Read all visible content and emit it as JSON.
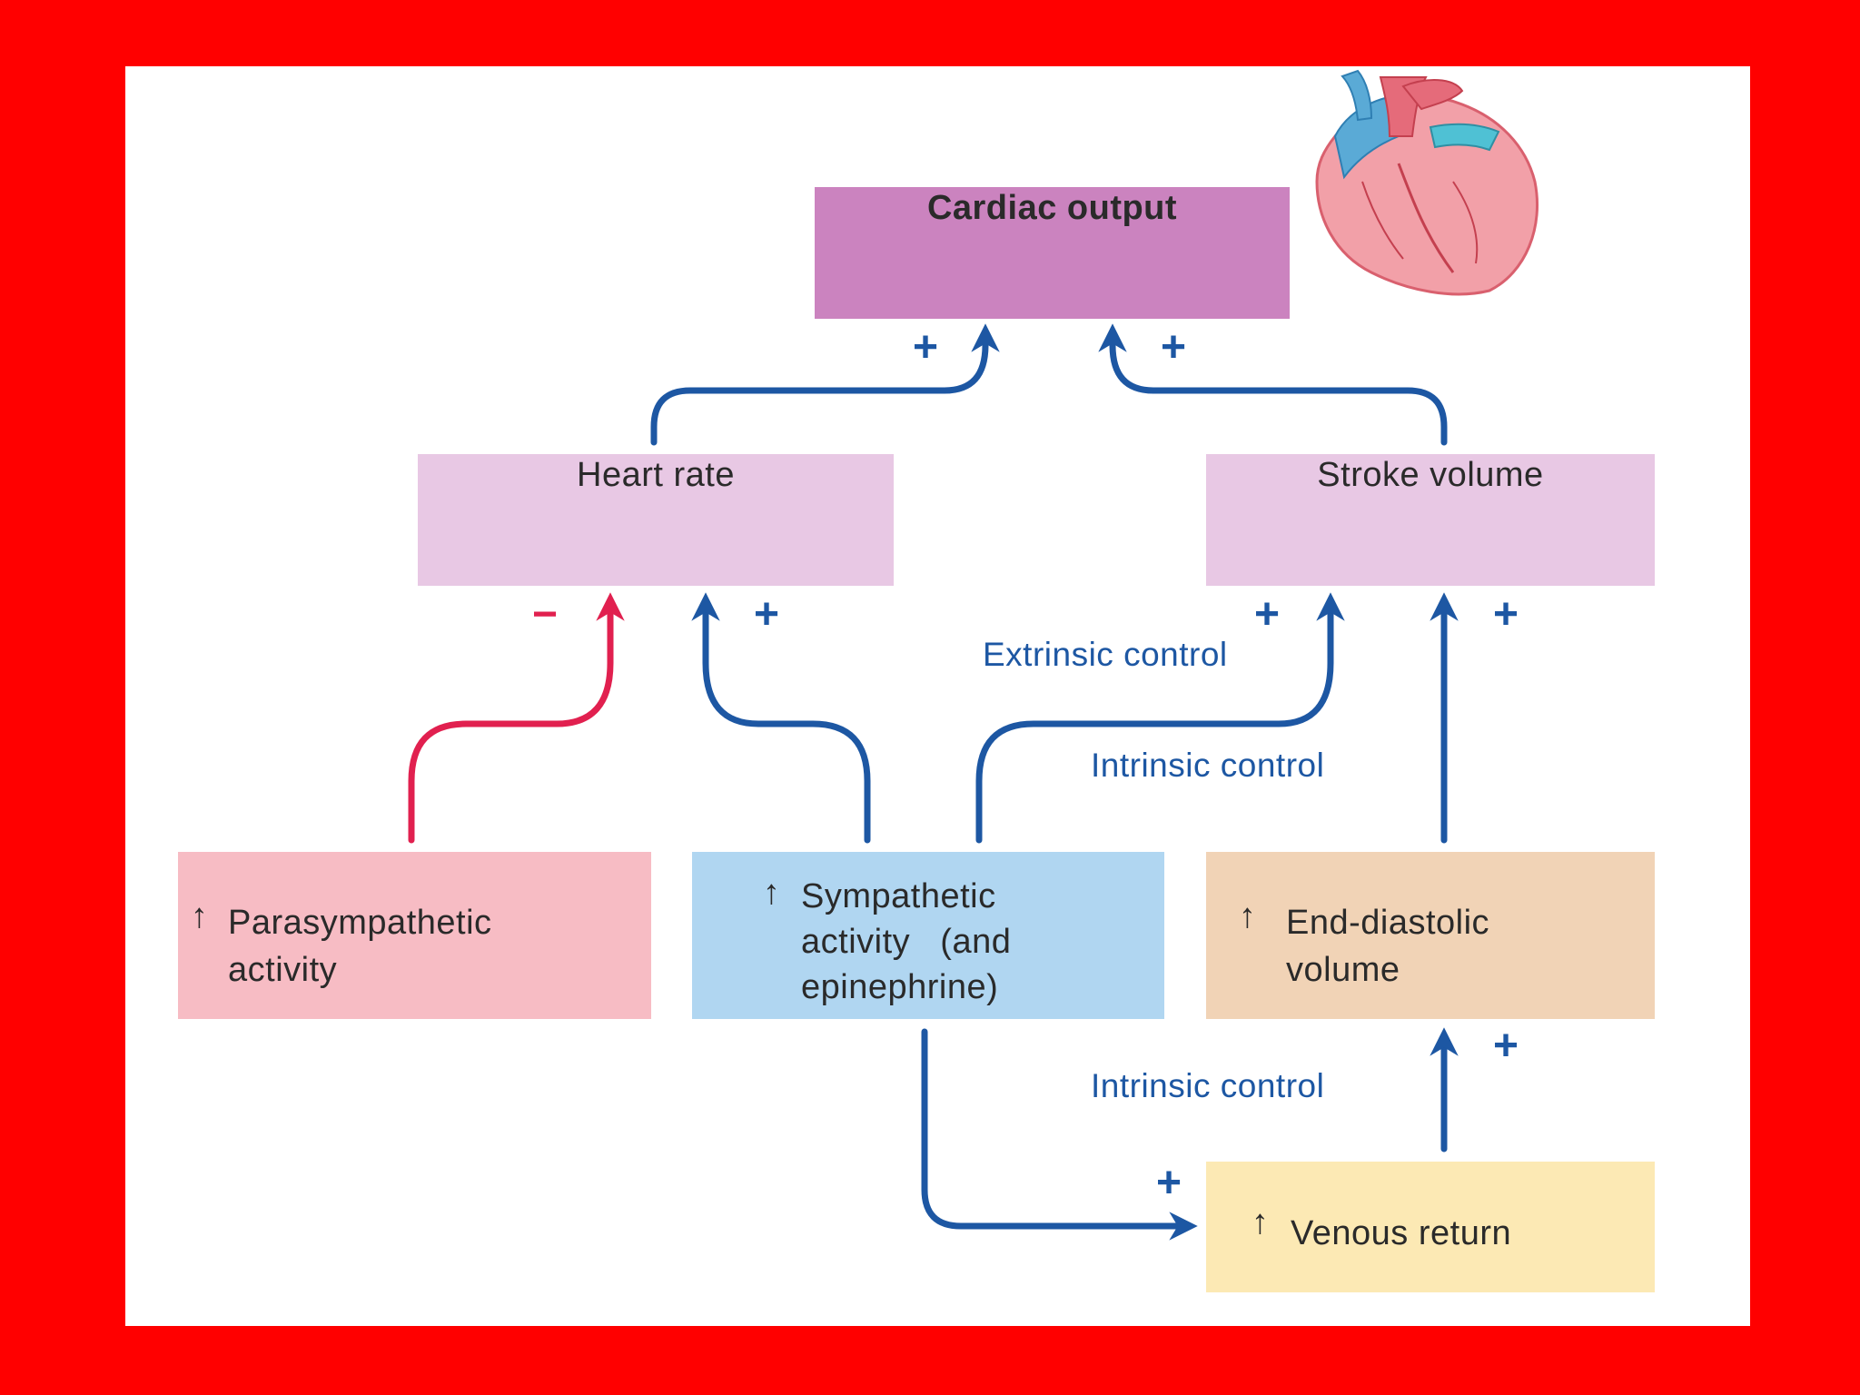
{
  "colors": {
    "background": "#ff0000",
    "panel": "#ffffff",
    "cardiac_output_box": "#cb83bf",
    "heart_rate_box": "#e8c8e4",
    "stroke_volume_box": "#e8c8e4",
    "parasympathetic_box": "#f7bcc4",
    "sympathetic_box": "#b0d6f1",
    "end_diastolic_box": "#f1d3b6",
    "venous_return_box": "#fce9b4",
    "excitatory_arrow": "#1d57a3",
    "inhibitory_arrow": "#e1204f"
  },
  "nodes": {
    "cardiac_output": "Cardiac output",
    "heart_rate": "Heart rate",
    "stroke_volume": "Stroke volume",
    "parasympathetic": {
      "line1": "Parasympathetic",
      "line2": "activity",
      "mark": "↑"
    },
    "sympathetic": {
      "line1": "Sympathetic",
      "line2": "activity   (and",
      "line3": "epinephrine)",
      "mark": "↑"
    },
    "end_diastolic": {
      "line1": "End-diastolic",
      "line2": "volume",
      "mark": "↑"
    },
    "venous_return": {
      "line1": "Venous return",
      "mark": "↑"
    }
  },
  "annotations": {
    "extrinsic_control": "Extrinsic control",
    "intrinsic_control_upper": "Intrinsic control",
    "intrinsic_control_lower": "Intrinsic control"
  },
  "signs": {
    "plus": "+",
    "minus": "−"
  },
  "illustration": "heart-illustration"
}
